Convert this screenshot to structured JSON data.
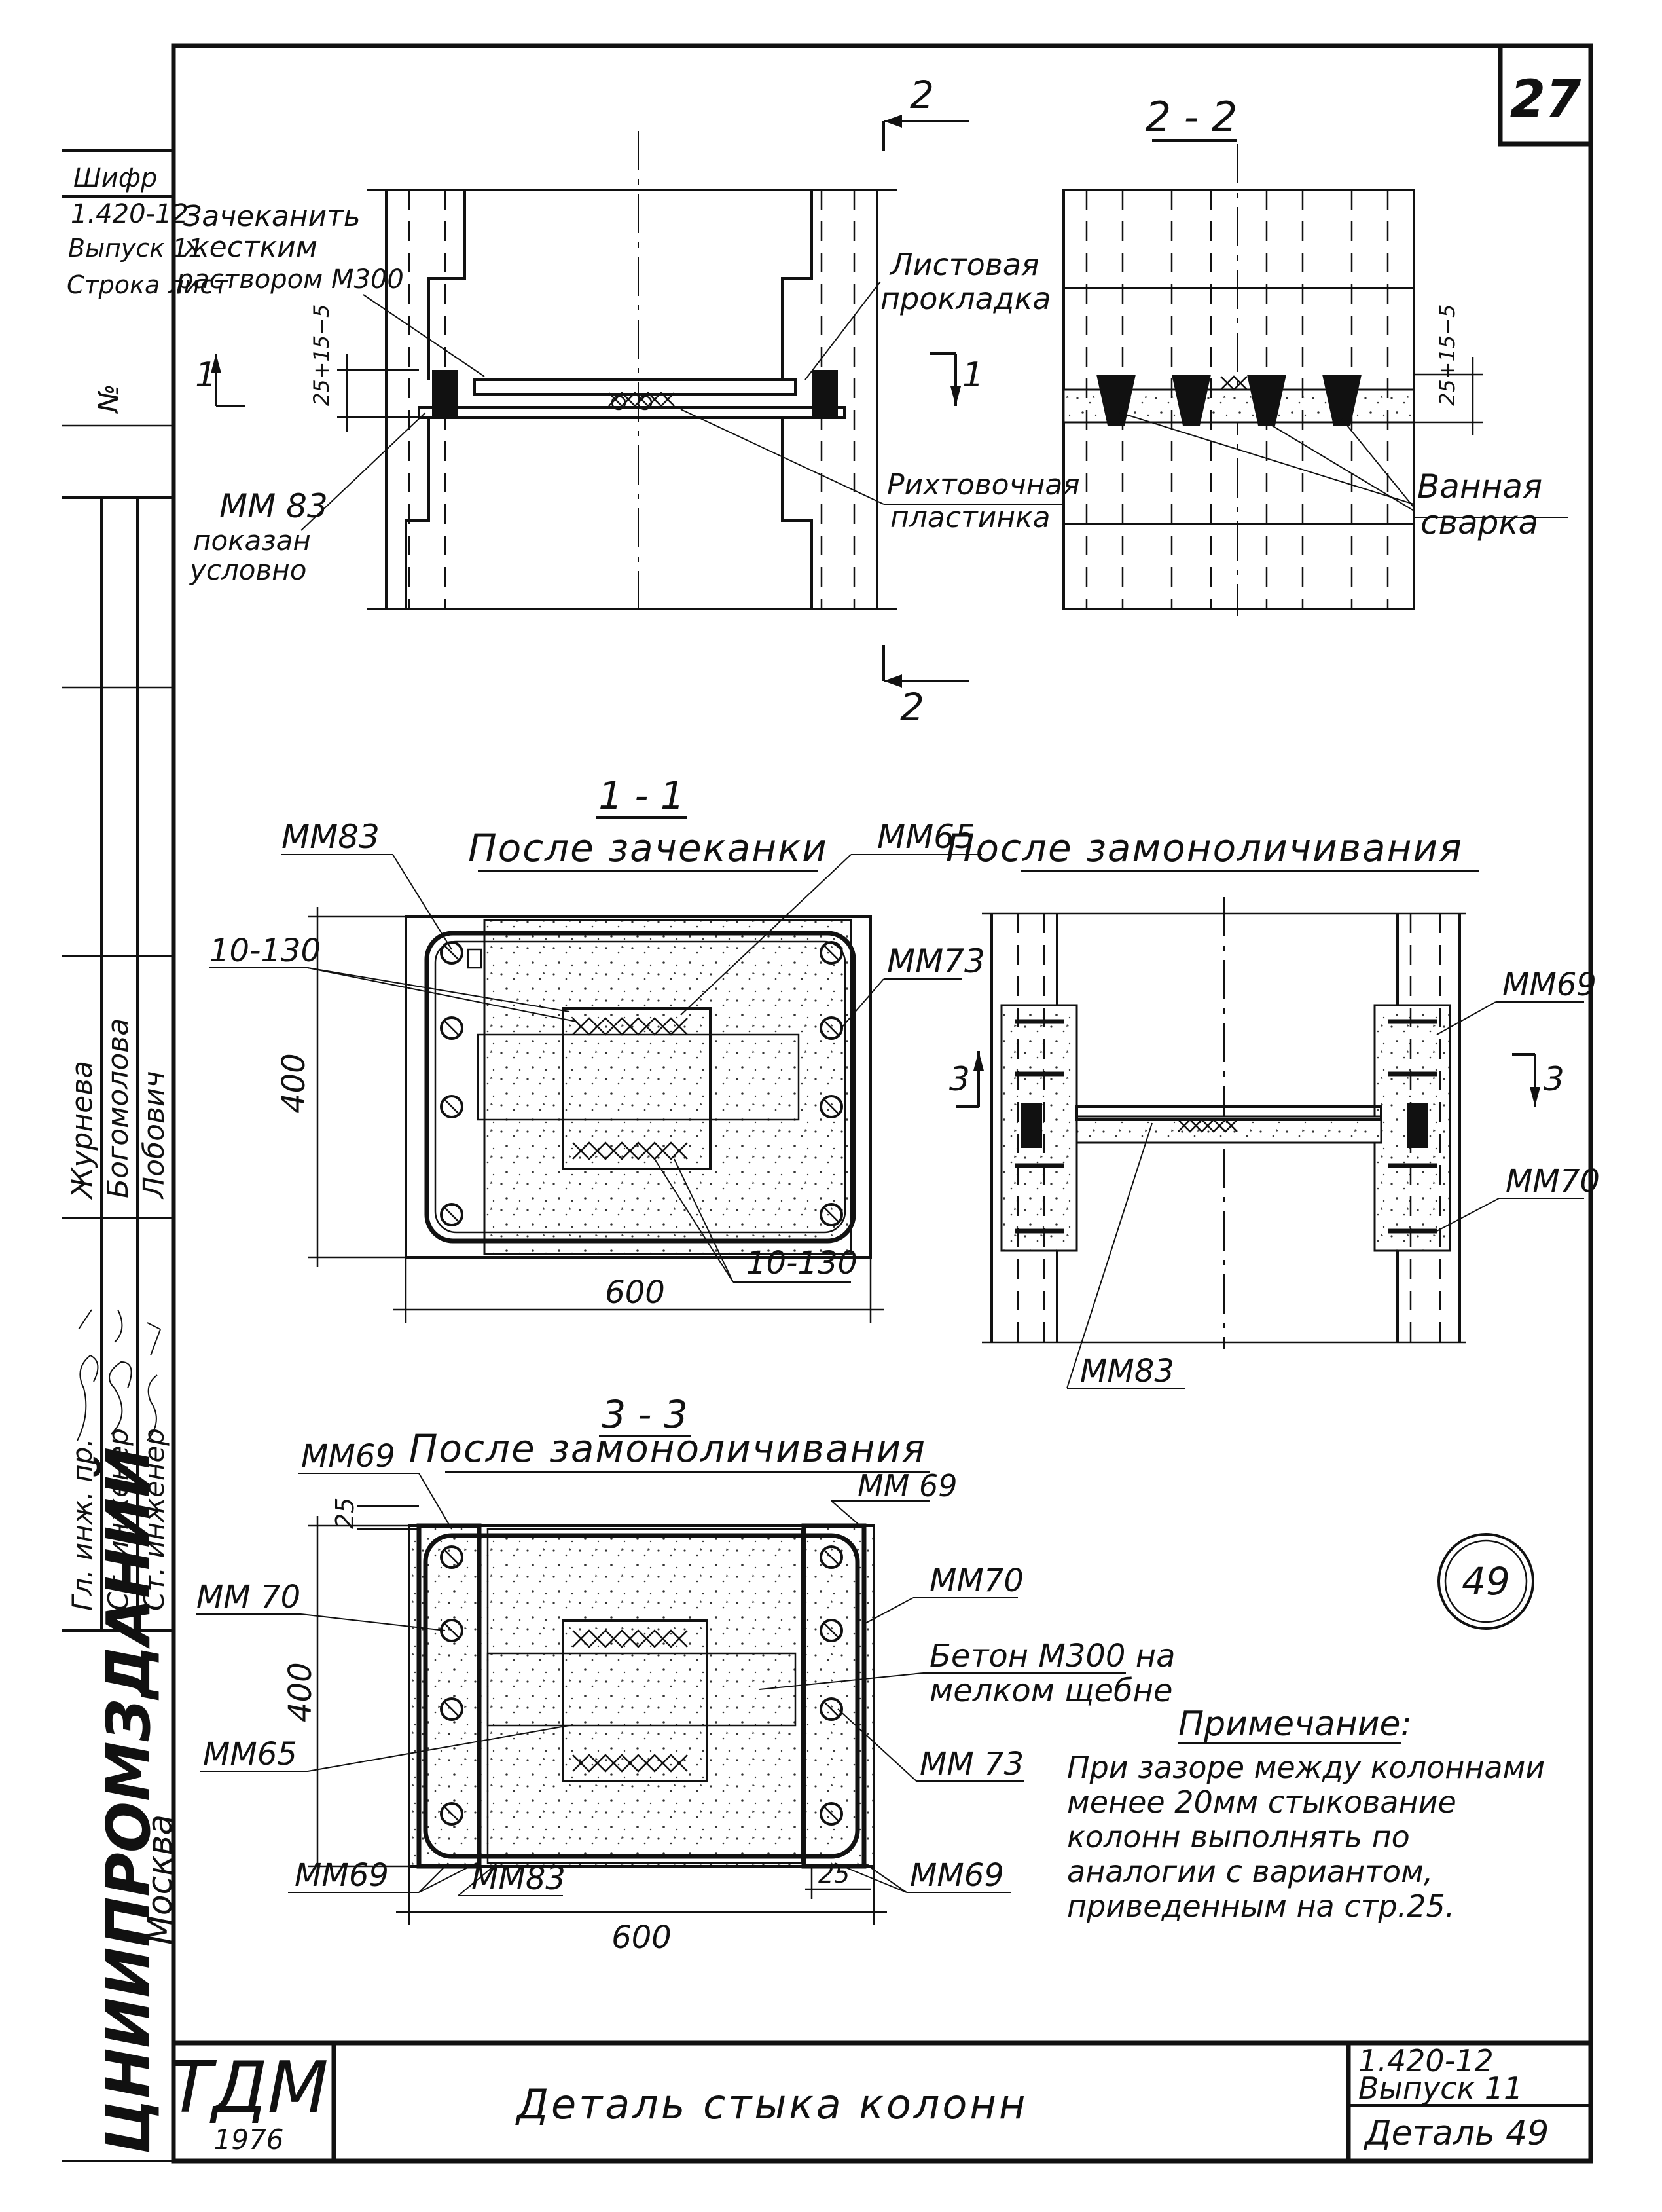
{
  "sheet": {
    "page_number": "27",
    "detail_badge": "49",
    "org": "ЦНИИПРОМЗДАНИЙ",
    "city": "Москва",
    "stamp_code": "ТДМ",
    "year": "1976",
    "drawing_title": "Деталь стыка колонн",
    "series_code": "1.420-12",
    "issue": "Выпуск 11",
    "detail_ref": "Деталь 49"
  },
  "left_margin": {
    "stamp_lines": [
      "Шифр",
      "1.420-12",
      "Выпуск 11",
      "Строка лист"
    ],
    "no_label": "№",
    "roles": [
      "Гл. инж. пр.",
      "Ст. инженер",
      "Ст. инженер"
    ],
    "names": [
      "Журнева",
      "Богомолова",
      "Лобович"
    ]
  },
  "view_top": {
    "section_mark": "2",
    "section_mark_bottom": "2",
    "cut_mark_left": "1",
    "cut_mark_right": "1",
    "gap_dim": "25+15−5",
    "label_caulk": [
      "Зачеканить",
      "жестким",
      "раствором М300"
    ],
    "label_sheet_pad": [
      "Листовая",
      "прокладка"
    ],
    "label_shim": [
      "Рихтовочная",
      "пластинка"
    ],
    "label_mm83": [
      "ММ 83",
      "показан",
      "условно"
    ]
  },
  "view_22": {
    "title": "2 - 2",
    "gap_dim": "25+15−5",
    "label_weld": [
      "Ванная",
      "сварка"
    ]
  },
  "view_11": {
    "number": "1 - 1",
    "title": "После зачеканки",
    "labels": {
      "mm83": "ММ83",
      "mm65": "ММ65",
      "mm73": "ММ73",
      "spacing_top": "10-130",
      "spacing_bottom": "10-130"
    },
    "dim_height": "400",
    "dim_width": "600"
  },
  "view_after": {
    "title": "После замоноличивания",
    "cut_mark_left": "3",
    "cut_mark_right": "3",
    "labels": {
      "mm69": "ММ69",
      "mm70": "ММ70",
      "mm83": "ММ83"
    }
  },
  "view_33": {
    "number": "3 - 3",
    "title": "После замоноличивания",
    "labels": {
      "mm69_top_left": "ММ69",
      "mm69_top_right": "ММ 69",
      "mm70_left": "ММ 70",
      "mm70_right": "ММ70",
      "mm65": "ММ65",
      "mm73": "ММ 73",
      "mm69_bottom_left": "ММ69",
      "mm83": "ММ83",
      "mm69_bottom_right": "ММ69"
    },
    "dim_small_top": "25",
    "dim_small_bottom": "25",
    "dim_height": "400",
    "dim_width": "600",
    "concrete_note": [
      "Бетон М300 на",
      "мелком щебне"
    ]
  },
  "note": {
    "heading": "Примечание:",
    "lines": [
      "При зазоре между колоннами",
      "менее 20мм стыкование",
      "колонн выполнять по",
      "аналогии с вариантом,",
      "приведенным на стр.25."
    ]
  }
}
